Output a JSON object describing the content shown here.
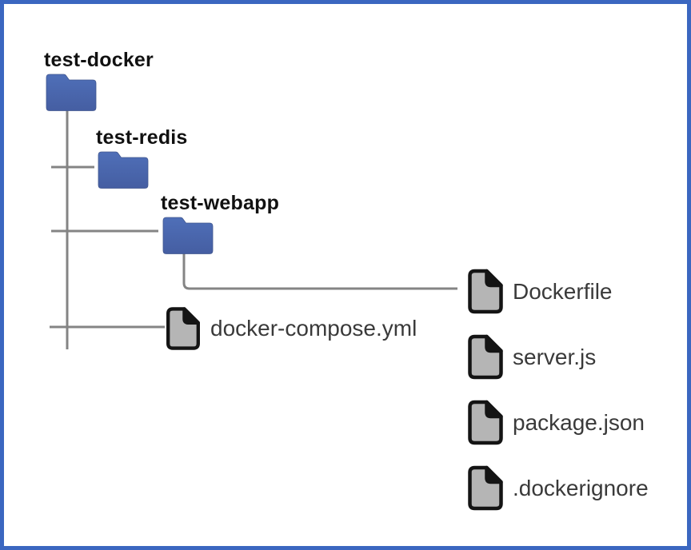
{
  "tree": {
    "folders": {
      "test_docker": {
        "label": "test-docker"
      },
      "test_redis": {
        "label": "test-redis"
      },
      "test_webapp": {
        "label": "test-webapp"
      }
    },
    "files": {
      "docker_compose": {
        "label": "docker-compose.yml"
      },
      "dockerfile": {
        "label": "Dockerfile"
      },
      "server_js": {
        "label": "server.js"
      },
      "package_json": {
        "label": "package.json"
      },
      "dockerignore": {
        "label": ".dockerignore"
      }
    },
    "hierarchy": {
      "test-docker": [
        "test-redis",
        "test-webapp",
        "docker-compose.yml"
      ],
      "test-redis": [],
      "test-webapp": [
        "Dockerfile",
        "server.js",
        "package.json",
        ".dockerignore"
      ]
    }
  },
  "icons": {
    "folder": "folder-icon",
    "file": "file-icon"
  },
  "colors": {
    "canvas_border": "#3B67C0",
    "background": "#FFFFFF",
    "folder_fill_top": "#4F6FB8",
    "folder_fill_bottom": "#455EA2",
    "file_fill": "#B5B5B5",
    "file_stroke": "#141414",
    "connector": "#848484",
    "folder_label_color": "#111111",
    "file_label_color": "#3A3A3A"
  }
}
